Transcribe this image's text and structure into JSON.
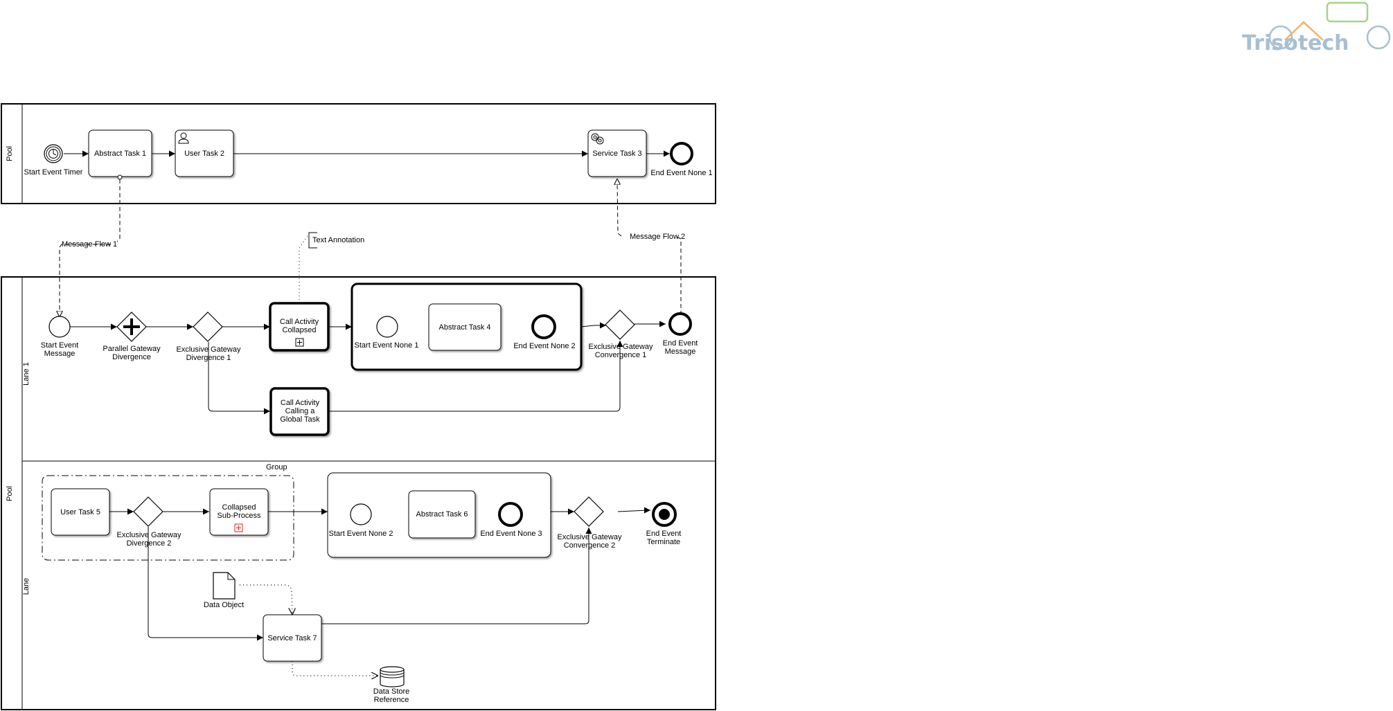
{
  "logo": {
    "text": "Trisotech"
  },
  "pools": {
    "top": {
      "label": "Pool"
    },
    "bottom": {
      "label": "Pool",
      "lane1": "Lane 1",
      "lane2": "Lane"
    }
  },
  "top": {
    "start_timer": [
      "Start Event Timer"
    ],
    "abstract_task_1": [
      "Abstract Task 1"
    ],
    "user_task_2": [
      "User Task 2"
    ],
    "service_task_3": [
      "Service Task 3"
    ],
    "end_none_1": [
      "End Event None 1"
    ]
  },
  "flows": {
    "message_flow_1": "Message Flow 1",
    "message_flow_2": "Message Flow 2",
    "text_annotation": "Text Annotation"
  },
  "lane1": {
    "start_message": [
      "Start Event",
      "Message"
    ],
    "parallel_gw": [
      "Parallel Gateway",
      "Divergence"
    ],
    "excl_div_1": [
      "Exclusive Gateway",
      "Divergence 1"
    ],
    "call_collapsed": [
      "Call Activity",
      "Collapsed"
    ],
    "start_none_1": [
      "Start Event None 1"
    ],
    "abstract_task_4": [
      "Abstract Task 4"
    ],
    "end_none_2": [
      "End Event None 2"
    ],
    "excl_conv_1": [
      "Exclusive Gateway",
      "Convergence 1"
    ],
    "end_message": [
      "End Event",
      "Message"
    ],
    "call_global": [
      "Call Activity",
      "Calling a",
      "Global Task"
    ]
  },
  "lane2": {
    "group": "Group",
    "user_task_5": [
      "User Task 5"
    ],
    "excl_div_2": [
      "Exclusive Gateway",
      "Divergence 2"
    ],
    "collapsed_sub": [
      "Collapsed",
      "Sub-Process"
    ],
    "start_none_2": [
      "Start Event None 2"
    ],
    "abstract_task_6": [
      "Abstract Task 6"
    ],
    "end_none_3": [
      "End Event None 3"
    ],
    "excl_conv_2": [
      "Exclusive Gateway",
      "Convergence 2"
    ],
    "end_terminate": [
      "End Event",
      "Terminate"
    ],
    "data_object": [
      "Data Object"
    ],
    "service_task_7": [
      "Service Task 7"
    ],
    "data_store": [
      "Data Store",
      "Reference"
    ]
  }
}
